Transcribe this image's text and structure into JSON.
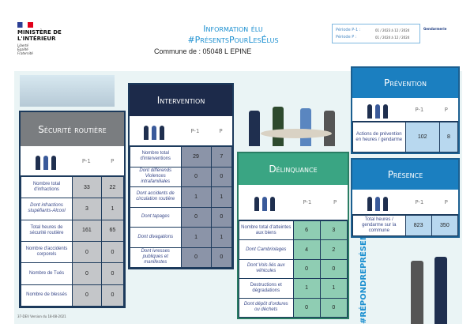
{
  "header": {
    "ministry": "MINISTÈRE DE L'INTÉRIEUR",
    "motto": "Liberté Égalité Fraternité",
    "title1": "Information élu",
    "title2": "#PrésentsPourLesÉlus",
    "commune": "Commune de : 05048 L EPINE",
    "period_prev_label": "Période P-1 :",
    "period_prev": "01 / 2023 à 12 / 2024",
    "period_cur_label": "Période P :",
    "period_cur": "01 / 2024 à 12 / 2024",
    "gendarmerie": "Gendarmerie"
  },
  "col_prev": "P-1",
  "col_cur": "P",
  "sections": {
    "securite": {
      "title": "Sécurité routière",
      "color": "#7a7d80",
      "cell": "#c4c6c9",
      "rows": [
        [
          "Nombre total d'infractions",
          "33",
          "22",
          0
        ],
        [
          "Dont infractions stupéfiants-Alcool",
          "3",
          "1",
          1
        ],
        [
          "Total heures de sécurité routière",
          "161",
          "65",
          0
        ],
        [
          "Nombre d'accidents corporels",
          "0",
          "0",
          0
        ],
        [
          "Nombre de Tués",
          "0",
          "0",
          0
        ],
        [
          "Nombre de blessés",
          "0",
          "0",
          0
        ]
      ]
    },
    "intervention": {
      "title": "Intervention",
      "color": "#1c2a4a",
      "cell": "#8b94a8",
      "rows": [
        [
          "Nombre total d'interventions",
          "29",
          "7",
          0
        ],
        [
          "Dont différends Violences intrafamiliales",
          "0",
          "0",
          1
        ],
        [
          "Dont accidents de circulation routière",
          "1",
          "1",
          1
        ],
        [
          "Dont tapages",
          "0",
          "0",
          1
        ],
        [
          "Dont divagations",
          "1",
          "1",
          1
        ],
        [
          "Dont ivresses publiques et manifestes",
          "0",
          "0",
          1
        ]
      ]
    },
    "delinquance": {
      "title": "Délinquance",
      "color": "#3aa583",
      "cell": "#8fcdb3",
      "rows": [
        [
          "Nombre total d'atteintes aux biens",
          "6",
          "3",
          0
        ],
        [
          "Dont Cambriolages",
          "4",
          "2",
          1
        ],
        [
          "Dont Vols liés aux véhicules",
          "0",
          "0",
          1
        ],
        [
          "Destructions et dégradations",
          "1",
          "1",
          0
        ],
        [
          "Dont dépôt d'ordures ou déchets",
          "0",
          "0",
          1
        ]
      ]
    },
    "prevention": {
      "title": "Prévention",
      "color": "#1b7fc0",
      "cell": "#b8d8ef",
      "rows": [
        [
          "Actions de prévention en heures / gendarme",
          "102",
          "8",
          0
        ]
      ]
    },
    "presence": {
      "title": "Présence",
      "color": "#1b7fc0",
      "cell": "#b8d8ef",
      "rows": [
        [
          "Total heures / gendarme sur la commune",
          "823",
          "350",
          0
        ]
      ]
    }
  },
  "slogan": "#RÉPONDREPRÉSENT",
  "footer": "37-DEV Version du 18-08-2021"
}
